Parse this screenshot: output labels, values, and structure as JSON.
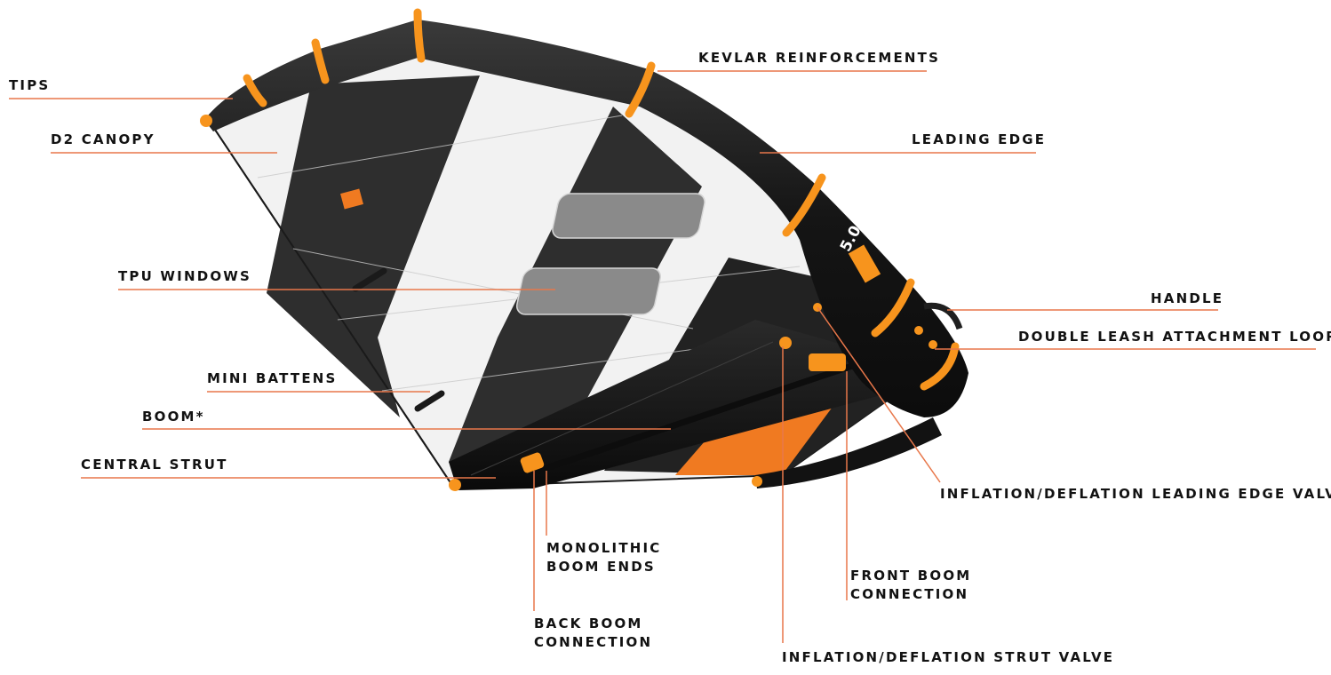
{
  "diagram": {
    "subject": "Wing (inflatable wing foil)",
    "colors": {
      "callout_line": "#e8774a",
      "label_text": "#121212",
      "accent_orange": "#f7941d",
      "canopy_dark": "#2e2e2e",
      "canopy_light": "#f2f2f2",
      "tube_black": "#1a1a1a",
      "window_grey": "#8a8a8a"
    },
    "wing_print": {
      "size": "5.0"
    },
    "labels": {
      "tips": "TIPS",
      "d2_canopy": "D2 CANOPY",
      "tpu_windows": "TPU WINDOWS",
      "mini_battens": "MINI BATTENS",
      "boom": "BOOM*",
      "central_strut": "CENTRAL STRUT",
      "kevlar_reinforcements": "KEVLAR REINFORCEMENTS",
      "leading_edge": "LEADING EDGE",
      "handle": "HANDLE",
      "double_leash_loop": "DOUBLE LEASH ATTACHMENT LOOP",
      "le_valve": "INFLATION/DEFLATION LEADING EDGE VALVE",
      "monolithic_boom_ends": [
        "MONOLITHIC",
        "BOOM ENDS"
      ],
      "back_boom_connection": [
        "BACK BOOM",
        "CONNECTION"
      ],
      "front_boom_connection": [
        "FRONT BOOM",
        "CONNECTION"
      ],
      "strut_valve": "INFLATION/DEFLATION STRUT VALVE"
    }
  }
}
